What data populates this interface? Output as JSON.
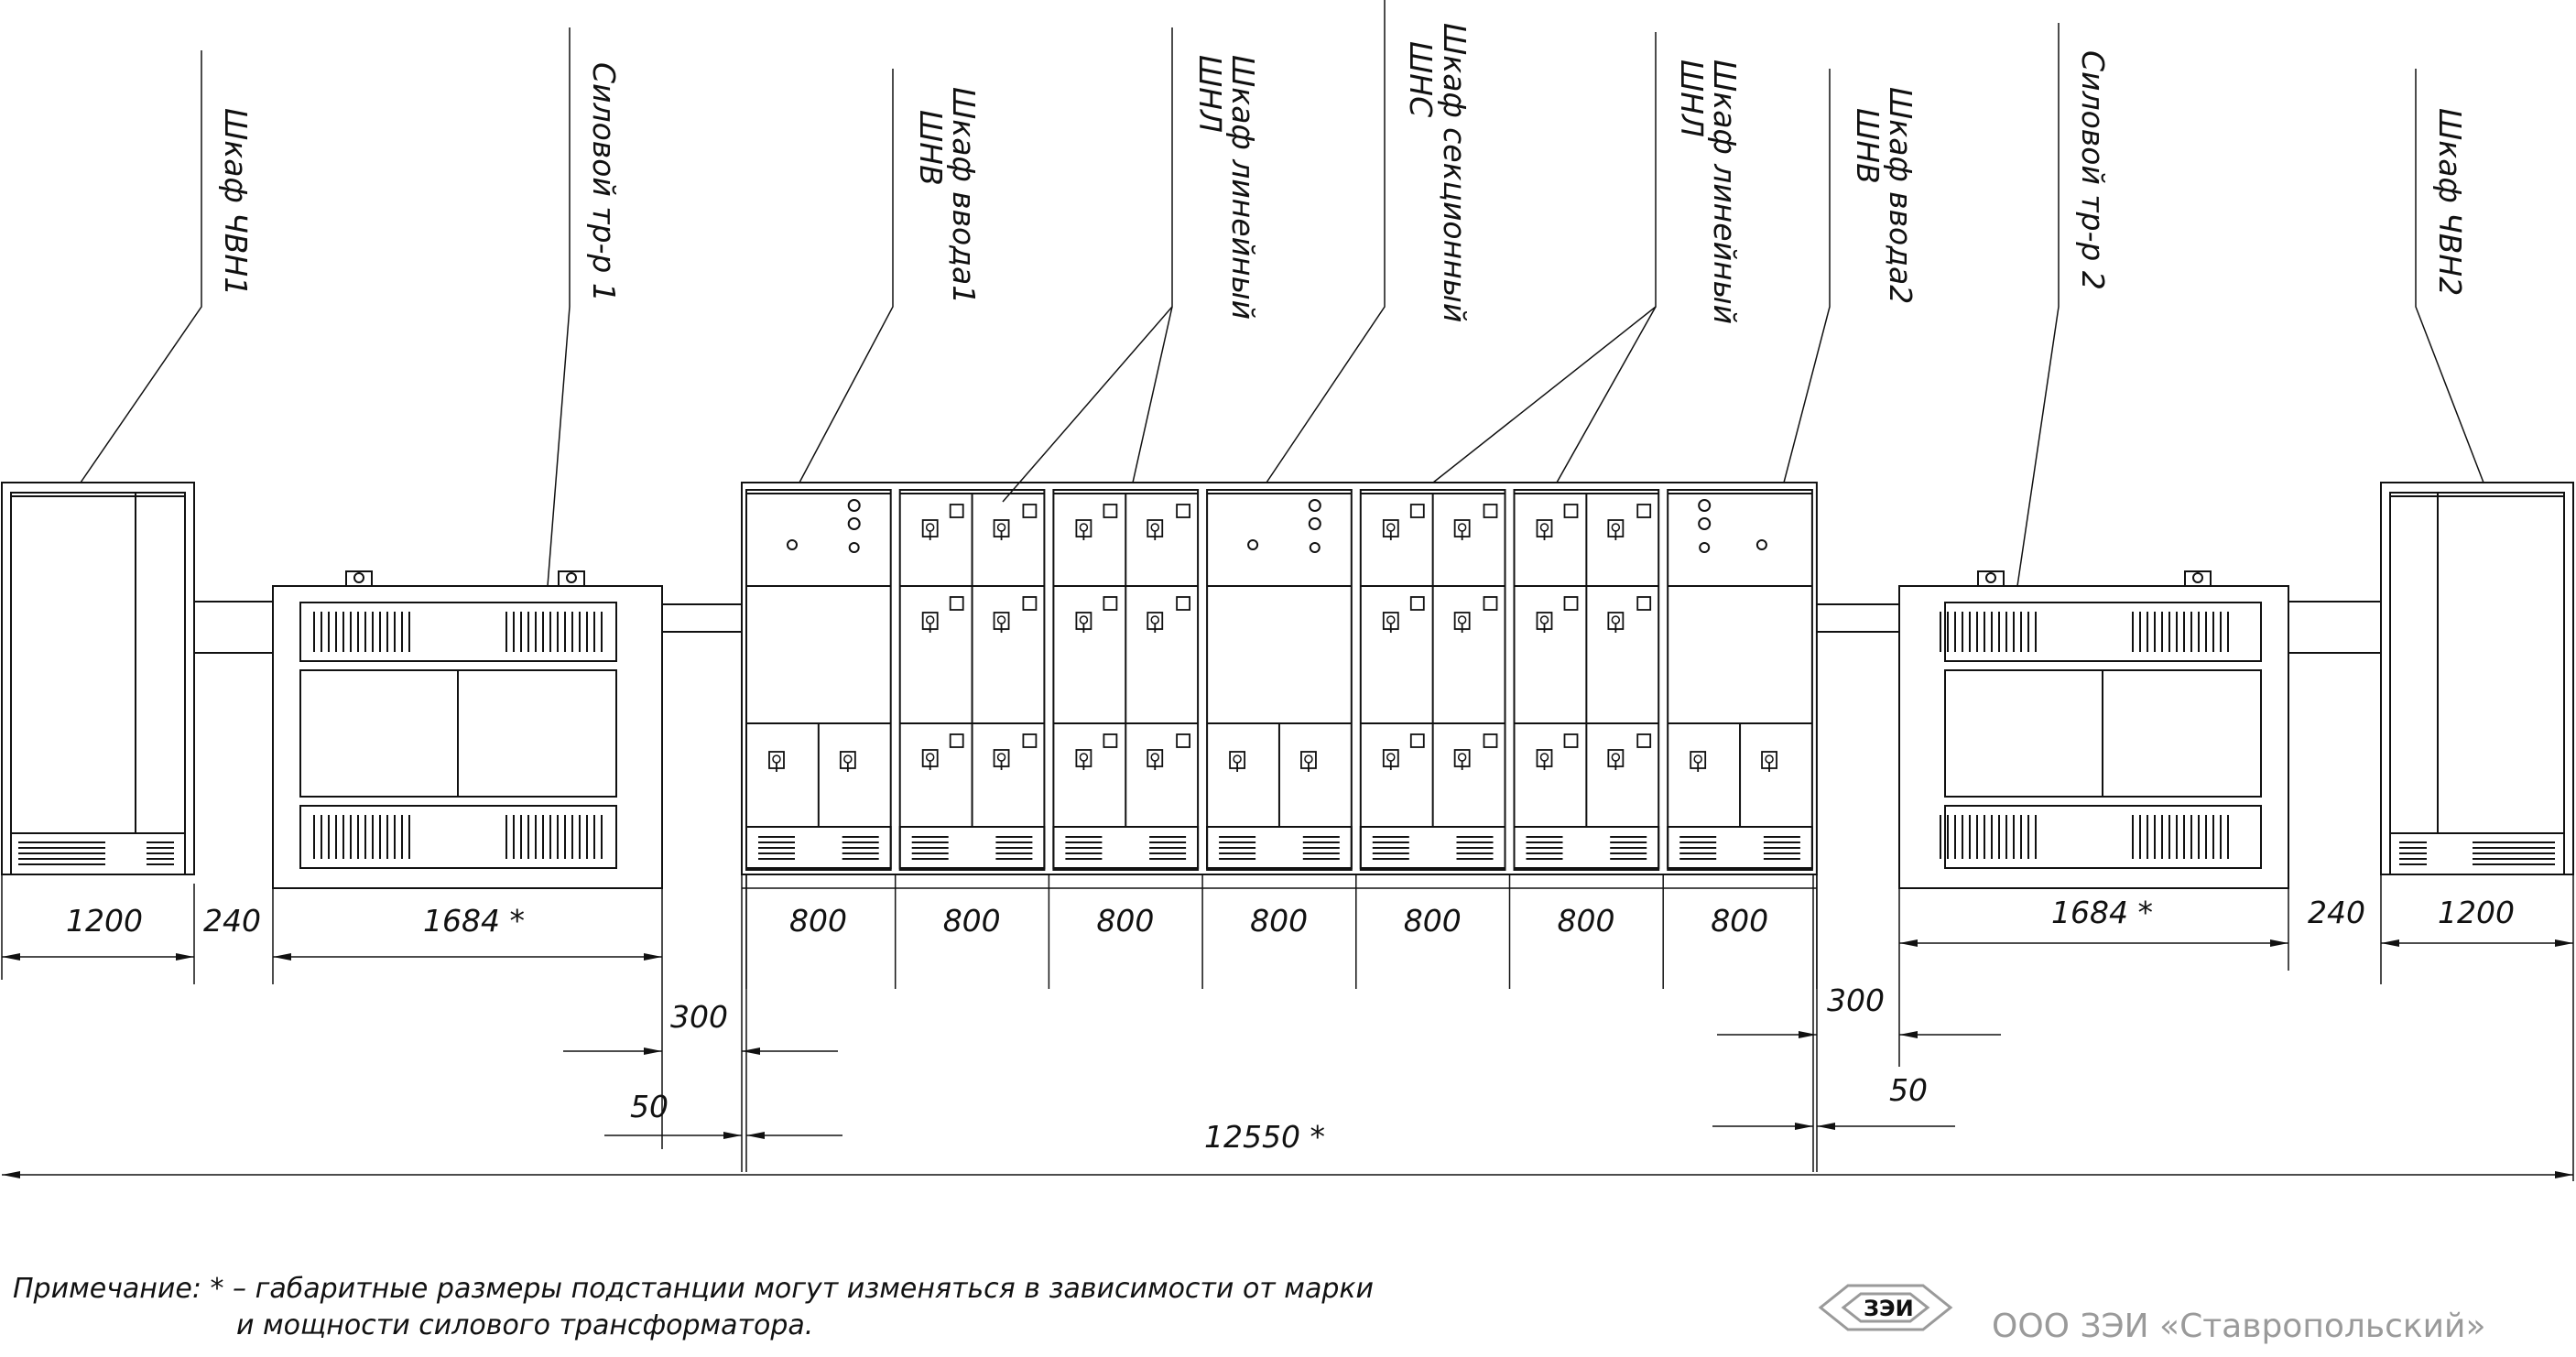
{
  "callouts": [
    {
      "id": "chvn1",
      "text": "Шкаф ЧВН1"
    },
    {
      "id": "tr1",
      "text": "Силовой тр-р 1"
    },
    {
      "id": "vvod1",
      "text": "Шкаф ввода1",
      "text2": "ШНВ"
    },
    {
      "id": "lin1",
      "text": "Шкаф линейный",
      "text2": "ШНЛ"
    },
    {
      "id": "sec",
      "text": "Шкаф секционный",
      "text2": "ШНС"
    },
    {
      "id": "lin2",
      "text": "Шкаф линейный",
      "text2": "ШНЛ"
    },
    {
      "id": "vvod2",
      "text": "Шкаф ввода2",
      "text2": "ШНВ"
    },
    {
      "id": "tr2",
      "text": "Силовой тр-р 2"
    },
    {
      "id": "chvn2",
      "text": "Шкаф ЧВН2"
    }
  ],
  "dimensions": {
    "left_chvn": "1200",
    "left_gap": "240",
    "left_trafo": "1684 *",
    "panel_widths": [
      "800",
      "800",
      "800",
      "800",
      "800",
      "800",
      "800"
    ],
    "right_trafo": "1684 *",
    "right_gap": "240",
    "right_chvn": "1200",
    "left_300": "300",
    "left_50": "50",
    "right_300": "300",
    "right_50": "50",
    "total": "12550 *"
  },
  "note": {
    "line1": "Примечание:  * – габаритные размеры подстанции могут изменяться в зависимости от марки",
    "line2": "и мощности силового трансформатора."
  },
  "company": "ООО ЗЭИ «Ставропольский»",
  "logo_text": "ЗЭИ",
  "colors": {
    "ink": "#111111",
    "logo": "#9a9a9a"
  }
}
